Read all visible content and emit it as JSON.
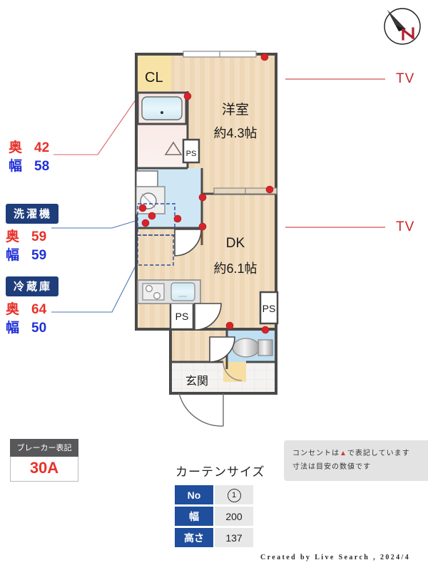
{
  "compass": {
    "icon": "compass-north-icon",
    "north_letter": "N"
  },
  "plan": {
    "rooms": [
      {
        "name": "closet",
        "label": "CL",
        "sub": ""
      },
      {
        "name": "western-room",
        "label": "洋室",
        "sub": "約4.3帖"
      },
      {
        "name": "dining-kitchen",
        "label": "DK",
        "sub": "約6.1帖"
      },
      {
        "name": "entrance",
        "label": "玄関",
        "sub": ""
      }
    ],
    "pipe_shafts": [
      {
        "label": "PS"
      },
      {
        "label": "PS"
      },
      {
        "label": "PS"
      }
    ]
  },
  "callouts": {
    "tv_outlets": [
      {
        "label": "TV"
      },
      {
        "label": "TV"
      }
    ],
    "appliances": [
      {
        "name": "bathtub-dimensions",
        "title": "",
        "rows": [
          {
            "key": "奥",
            "value": "42",
            "key_color": "#e8312a",
            "value_color": "#e8312a"
          },
          {
            "key": "幅",
            "value": "58",
            "key_color": "#2030d8",
            "value_color": "#2030d8"
          }
        ]
      },
      {
        "name": "washing-machine",
        "title": "洗濯機",
        "rows": [
          {
            "key": "奥",
            "value": "59",
            "key_color": "#e8312a",
            "value_color": "#e8312a"
          },
          {
            "key": "幅",
            "value": "59",
            "key_color": "#2030d8",
            "value_color": "#2030d8"
          }
        ]
      },
      {
        "name": "refrigerator",
        "title": "冷蔵庫",
        "rows": [
          {
            "key": "奥",
            "value": "64",
            "key_color": "#e8312a",
            "value_color": "#e8312a"
          },
          {
            "key": "幅",
            "value": "50",
            "key_color": "#2030d8",
            "value_color": "#2030d8"
          }
        ]
      }
    ]
  },
  "breaker": {
    "header": "ブレーカー表記",
    "value": "30A"
  },
  "note": {
    "line1_a": "コンセントは",
    "line1_tri": "▲",
    "line1_b": "で表記しています",
    "line2": "寸法は目安の数値です"
  },
  "curtain": {
    "title": "カーテンサイズ",
    "rows": [
      {
        "header": "No",
        "value": "1",
        "circled": true
      },
      {
        "header": "幅",
        "value": "200",
        "circled": false
      },
      {
        "header": "高さ",
        "value": "137",
        "circled": false
      }
    ]
  },
  "footer": {
    "credit": "Created by Live Search , 2024/4"
  }
}
